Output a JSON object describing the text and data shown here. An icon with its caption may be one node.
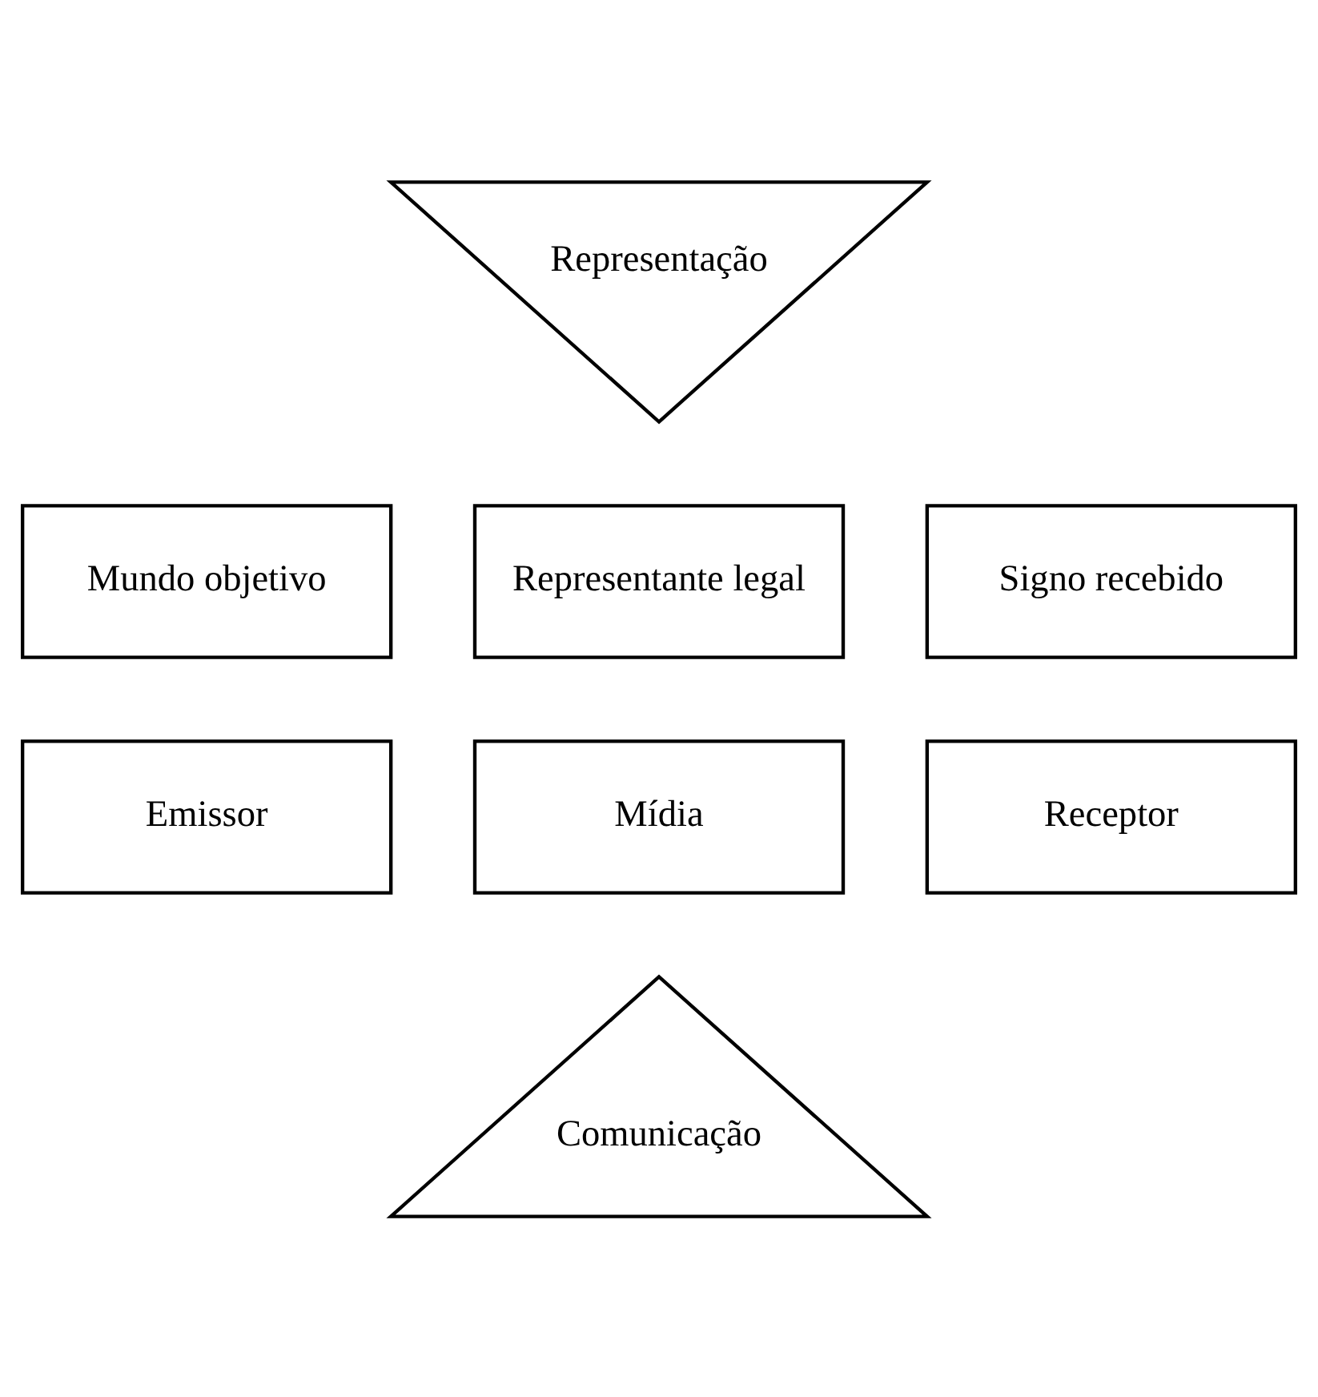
{
  "diagram": {
    "nodes": [
      {
        "text": [
          "Representação"
        ]
      },
      {
        "text": [
          "Mundo objetivo"
        ]
      },
      {
        "text": [
          "Representante legal"
        ]
      },
      {
        "text": [
          "Signo recebido"
        ]
      },
      {
        "text": [
          "Emissor"
        ]
      },
      {
        "text": [
          "Mídia"
        ]
      },
      {
        "text": [
          "Receptor"
        ]
      },
      {
        "text": [
          "Comunicação"
        ]
      }
    ],
    "edges": []
  }
}
